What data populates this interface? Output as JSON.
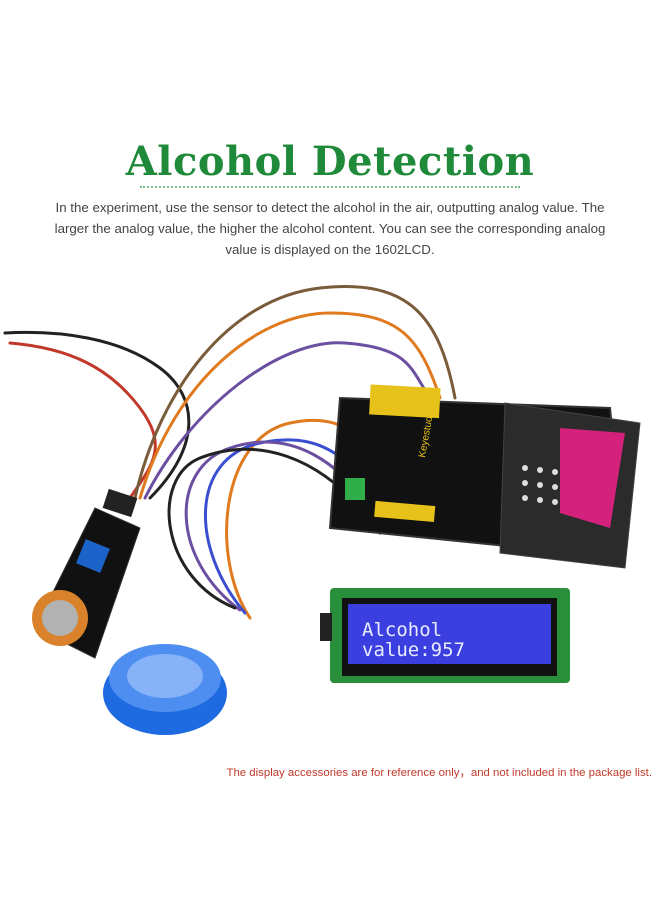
{
  "title": "Alcohol Detection",
  "description": "In the experiment, use the sensor to detect the alcohol in the air, outputting analog value. The larger the analog value, the higher the alcohol content. You can see the corresponding analog value is displayed on the 1602LCD.",
  "lcd": {
    "line1": "Alcohol",
    "line2": "value:957"
  },
  "board_brand": "Keyestudio",
  "footnote": "The display accessories are for reference only，and not included in the package list.",
  "colors": {
    "title": "#1f8a3a",
    "footnote": "#c0392b",
    "lcd_screen": "#3b3fe0",
    "lcd_pcb": "#2a8f3a"
  }
}
